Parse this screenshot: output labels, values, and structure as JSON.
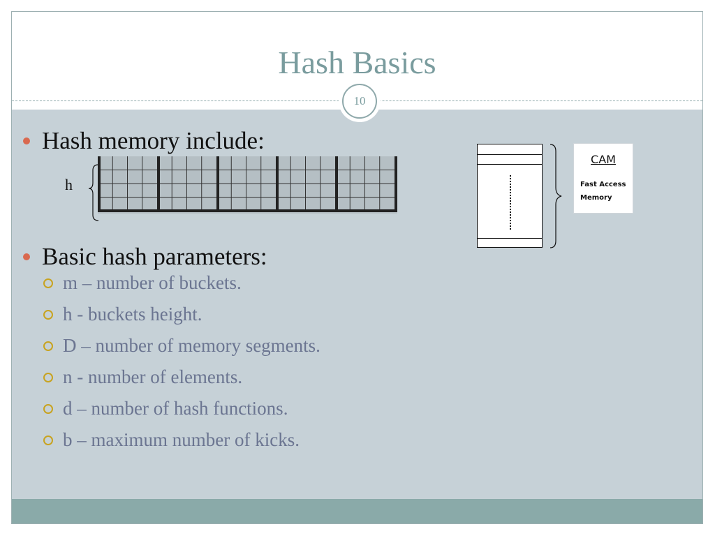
{
  "slide": {
    "title": "Hash Basics",
    "number": "10"
  },
  "bullets": [
    {
      "text": "Hash memory include:"
    },
    {
      "text": "Basic hash parameters:"
    }
  ],
  "parameters": [
    {
      "text": "m – number of buckets."
    },
    {
      "text": "h - buckets height."
    },
    {
      "text": "D – number of memory segments."
    },
    {
      "text": "n - number of elements."
    },
    {
      "text": "d – number of hash functions."
    },
    {
      "text": "b – maximum number of kicks."
    }
  ],
  "hash_memory_diagram": {
    "height_label": "h",
    "segments": 5,
    "columns_per_segment": 4,
    "rows": 4
  },
  "cam_diagram": {
    "title": "CAM",
    "subtitle_line1": "Fast Access",
    "subtitle_line2": "Memory"
  },
  "colors": {
    "title": "#7a9c9e",
    "content_background": "#c6d1d7",
    "footer": "#8aaaa9",
    "bullet_dot": "#d9694f",
    "sub_bullet_ring": "#c8a320",
    "sub_text": "#6b7591"
  }
}
